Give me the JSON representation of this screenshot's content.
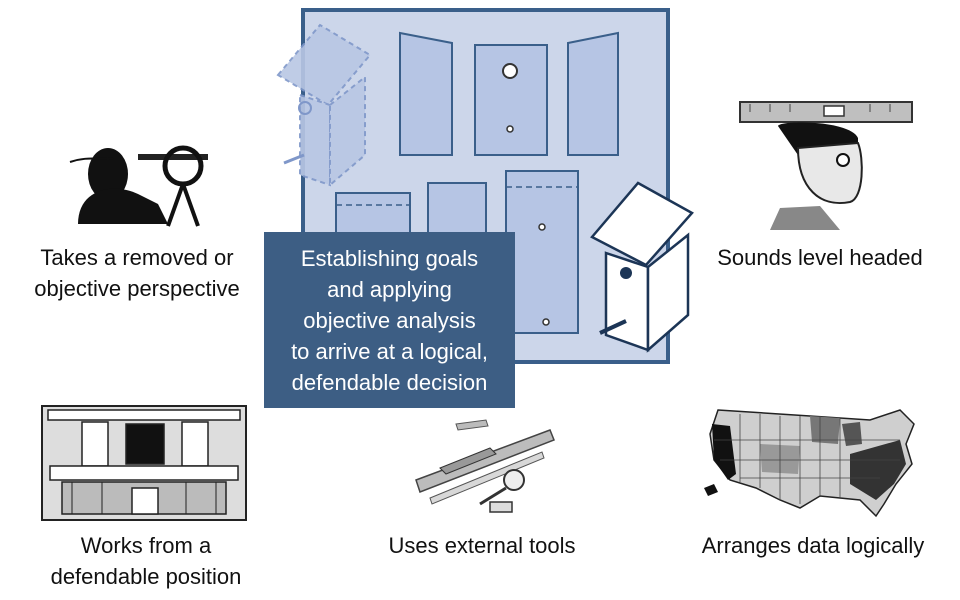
{
  "center": {
    "lines": [
      "Establishing goals",
      "and applying",
      "objective analysis",
      "to arrive at a logical,",
      "defendable decision"
    ]
  },
  "captions": {
    "top_left": [
      "Takes a removed or",
      "objective perspective"
    ],
    "top_right": [
      "Sounds level headed"
    ],
    "bottom_left": [
      "Works from a",
      "defendable position"
    ],
    "bottom_center": [
      "Uses external tools"
    ],
    "bottom_right": [
      "Arranges data logically"
    ]
  },
  "colors": {
    "panel_fill": "#ccd6ea",
    "panel_border": "#3a5f8a",
    "callout_fill": "#3d5e84",
    "callout_text": "#ffffff"
  },
  "icons": {
    "top_left": "surveyor-with-instrument-icon",
    "top_right": "boy-with-level-on-head-icon",
    "bottom_left": "courtroom-building-icon",
    "bottom_center": "measuring-tools-icon",
    "bottom_right": "us-map-icon",
    "panel": "birdhouse-parts-icon"
  }
}
